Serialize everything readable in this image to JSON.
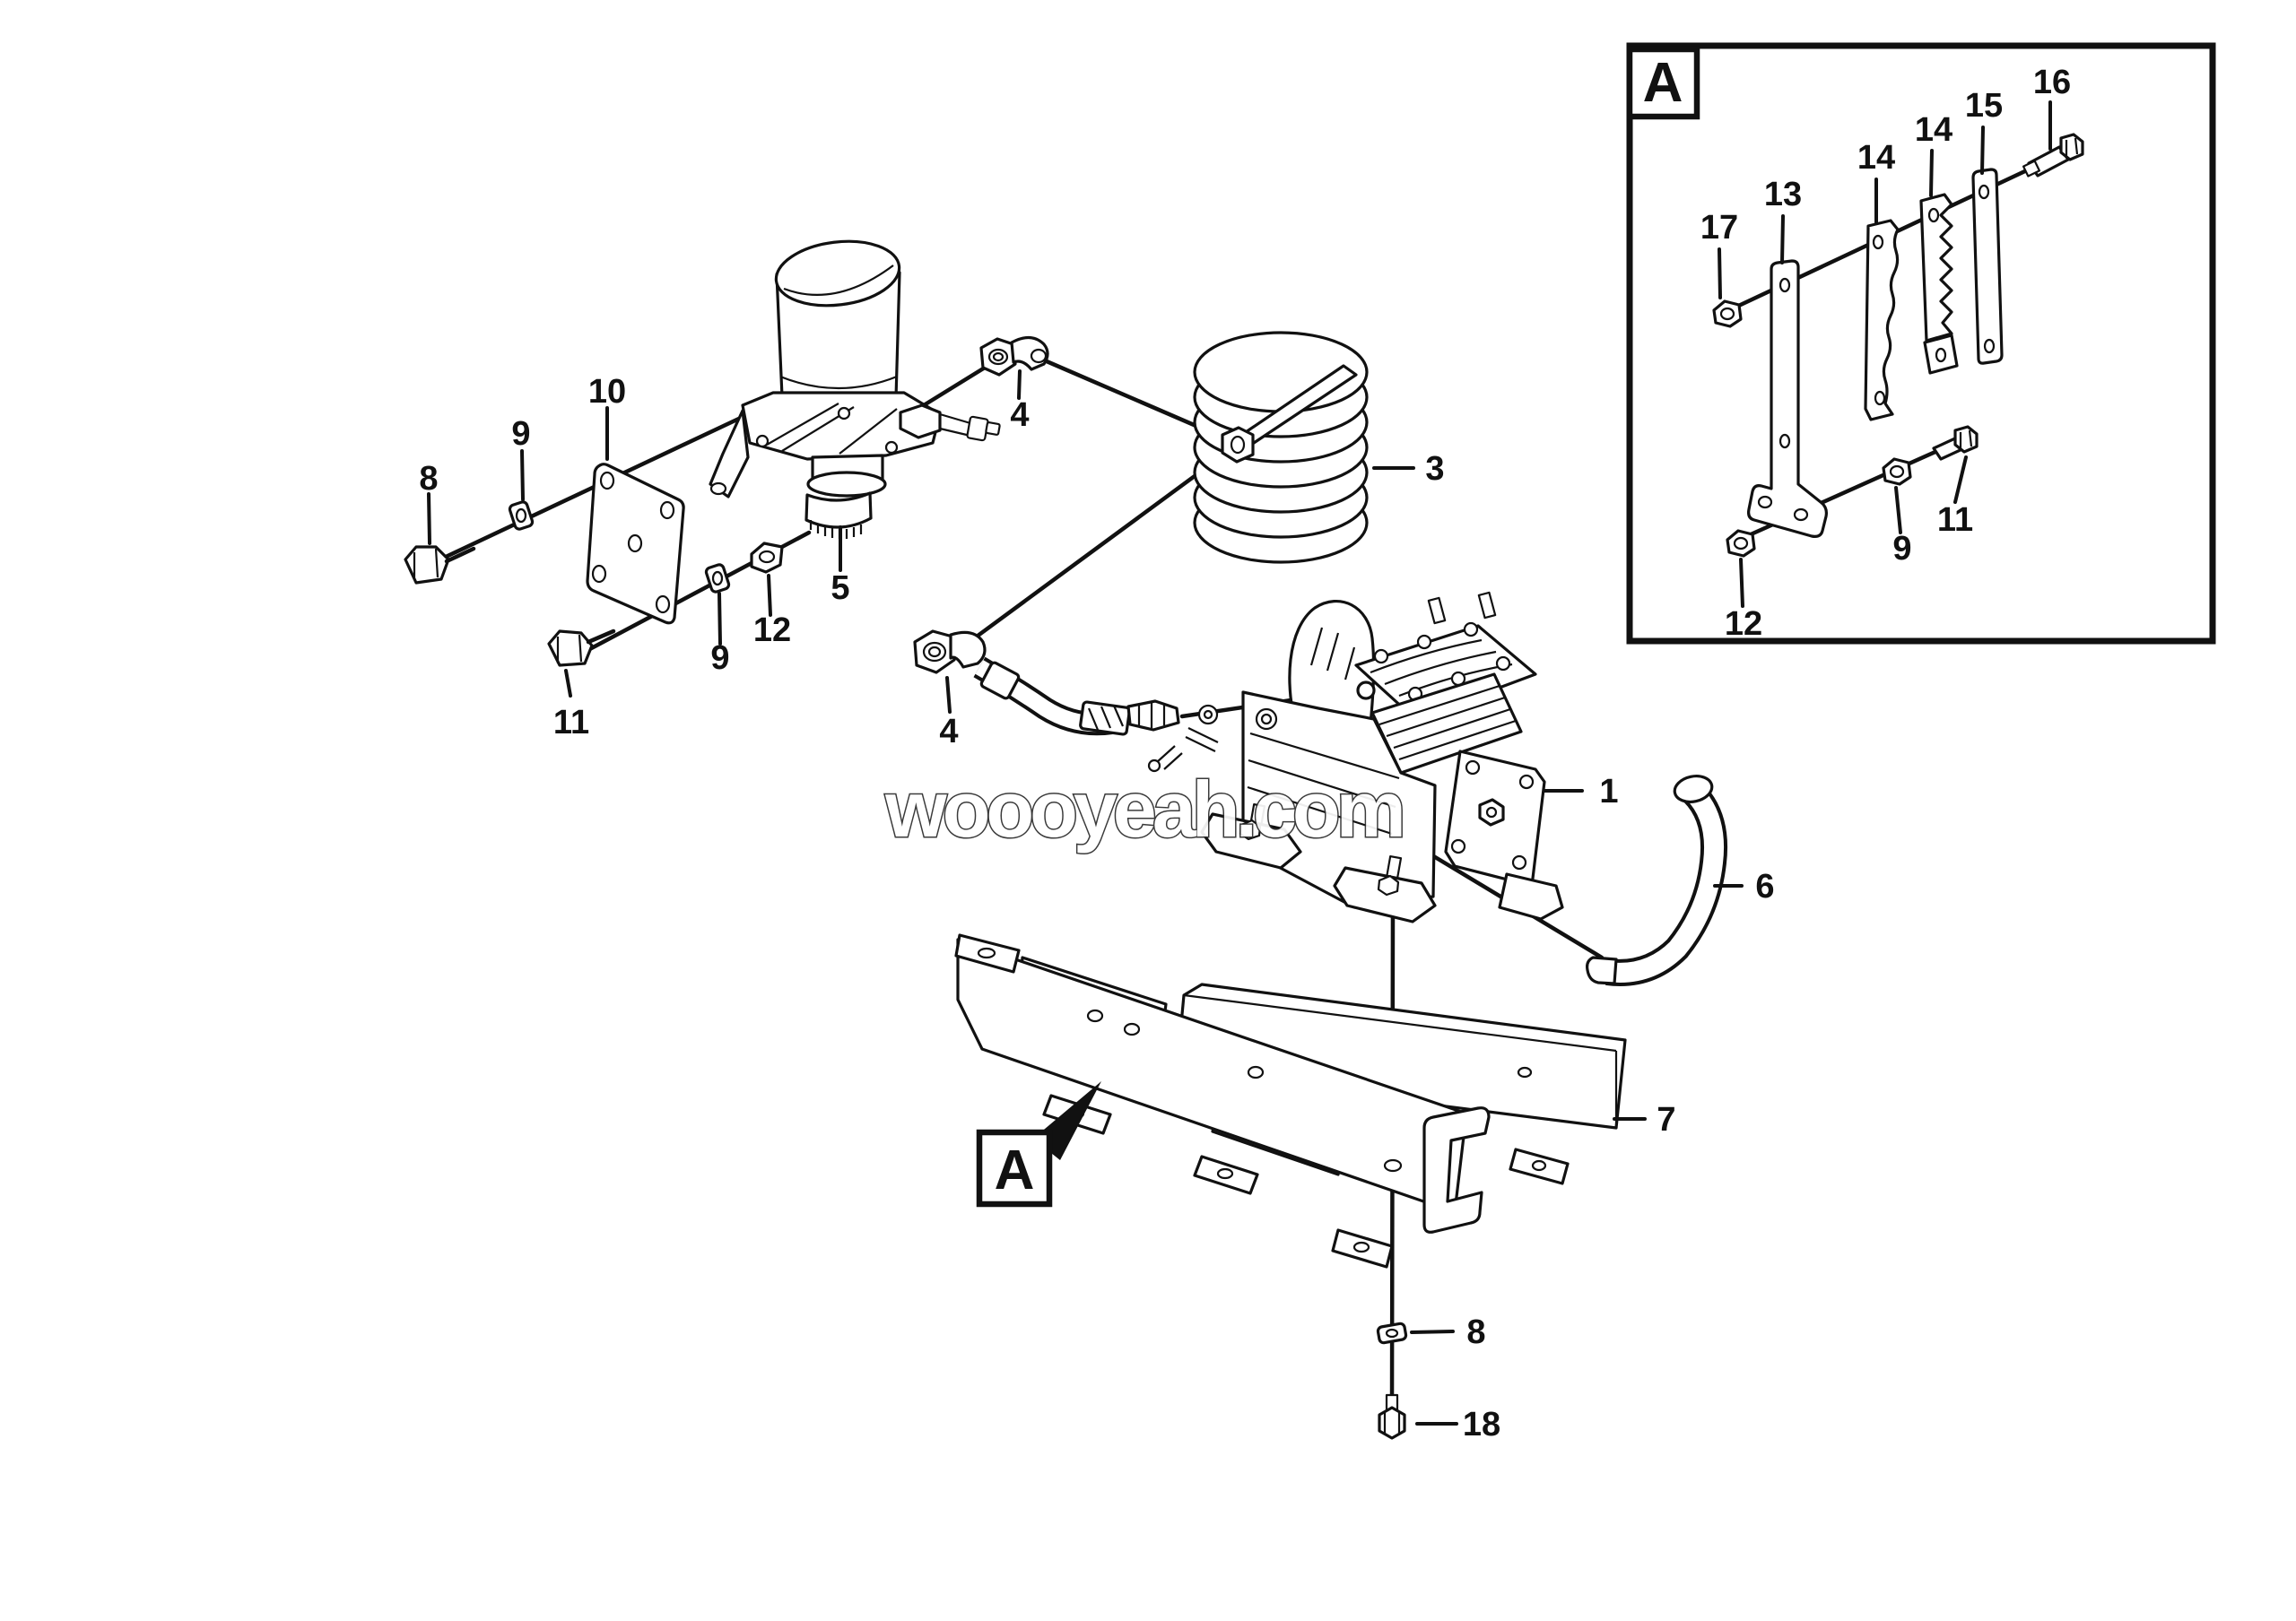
{
  "diagram": {
    "type": "exploded-parts-diagram",
    "subject": "air compressor, air dryer and mounting bracket assembly",
    "background": "#ffffff",
    "ink": "#111111",
    "watermark": {
      "text": "woooyeah.com"
    },
    "detail_view_marker": {
      "letter": "A"
    },
    "detail_inset": {
      "letter": "A"
    },
    "callouts": {
      "m8a": {
        "part": "8"
      },
      "m9a": {
        "part": "9"
      },
      "m10": {
        "part": "10"
      },
      "m11": {
        "part": "11"
      },
      "m9b": {
        "part": "9"
      },
      "m12": {
        "part": "12"
      },
      "m5": {
        "part": "5"
      },
      "m4a": {
        "part": "4"
      },
      "m3": {
        "part": "3"
      },
      "m4b": {
        "part": "4"
      },
      "m1": {
        "part": "1"
      },
      "m6": {
        "part": "6"
      },
      "m7": {
        "part": "7"
      },
      "m8b": {
        "part": "8"
      },
      "m18": {
        "part": "18"
      },
      "i17": {
        "part": "17"
      },
      "i13": {
        "part": "13"
      },
      "i14a": {
        "part": "14"
      },
      "i14b": {
        "part": "14"
      },
      "i15": {
        "part": "15"
      },
      "i16": {
        "part": "16"
      },
      "i9": {
        "part": "9"
      },
      "i11": {
        "part": "11"
      },
      "i12": {
        "part": "12"
      }
    },
    "parts_shown": [
      "1",
      "3",
      "4",
      "5",
      "6",
      "7",
      "8",
      "9",
      "10",
      "11",
      "12",
      "13",
      "14",
      "15",
      "16",
      "17",
      "18"
    ]
  }
}
